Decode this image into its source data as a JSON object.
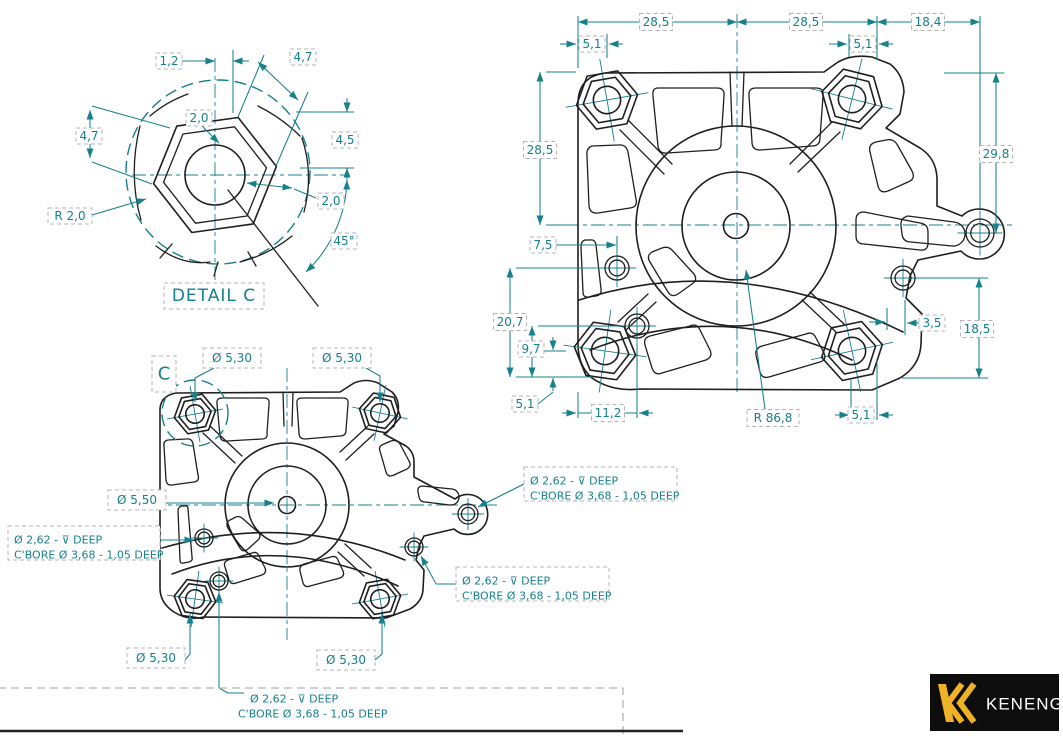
{
  "drawing": {
    "detail_view": {
      "label": "DETAIL C",
      "dims": {
        "slot_width": "1,2",
        "flat_upper_right": "4,7",
        "wall_top": "2,0",
        "height_right": "4,5",
        "wall_right": "2,0",
        "flat_left": "4,7",
        "corner_radius": "R 2,0",
        "angle": "45°"
      }
    },
    "main_view": {
      "dims": {
        "span_top_left": "28,5",
        "span_top_right": "28,5",
        "span_arm": "18,4",
        "offset_top_left": "5,1",
        "offset_top_right": "5,1",
        "height_left": "28,5",
        "height_right": "29,8",
        "hole_offset": "7,5",
        "step_left": "20,7",
        "step_left_2": "9,7",
        "offset_bottom_left": "5,1",
        "span_bottom_left": "11,2",
        "arc_radius": "R 86,8",
        "offset_bottom_right": "5,1",
        "step_right": "3,5",
        "height_bottom_right": "18,5"
      }
    },
    "aux_view": {
      "detail_marker": "C",
      "callouts": {
        "hole_top_left": "Ø 5,30",
        "hole_top_right": "Ø 5,30",
        "hole_center": "Ø 5,50",
        "hole_bottom_left": "Ø 5,30",
        "hole_bottom_right": "Ø 5,30",
        "cbore_line1": "Ø 2,62 - ⊽ DEEP",
        "cbore_line2": "C'BORE Ø 3,68 - 1,05 DEEP"
      }
    },
    "logo": {
      "brand": "KENENG"
    },
    "colors": {
      "dimension_teal": "#17808d",
      "outline_black": "#1f1f1f",
      "box_gray": "#b5b5b5",
      "logo_bg": "#0d0d0d",
      "logo_yellow": "#efb125",
      "logo_text": "#ffffff"
    }
  }
}
